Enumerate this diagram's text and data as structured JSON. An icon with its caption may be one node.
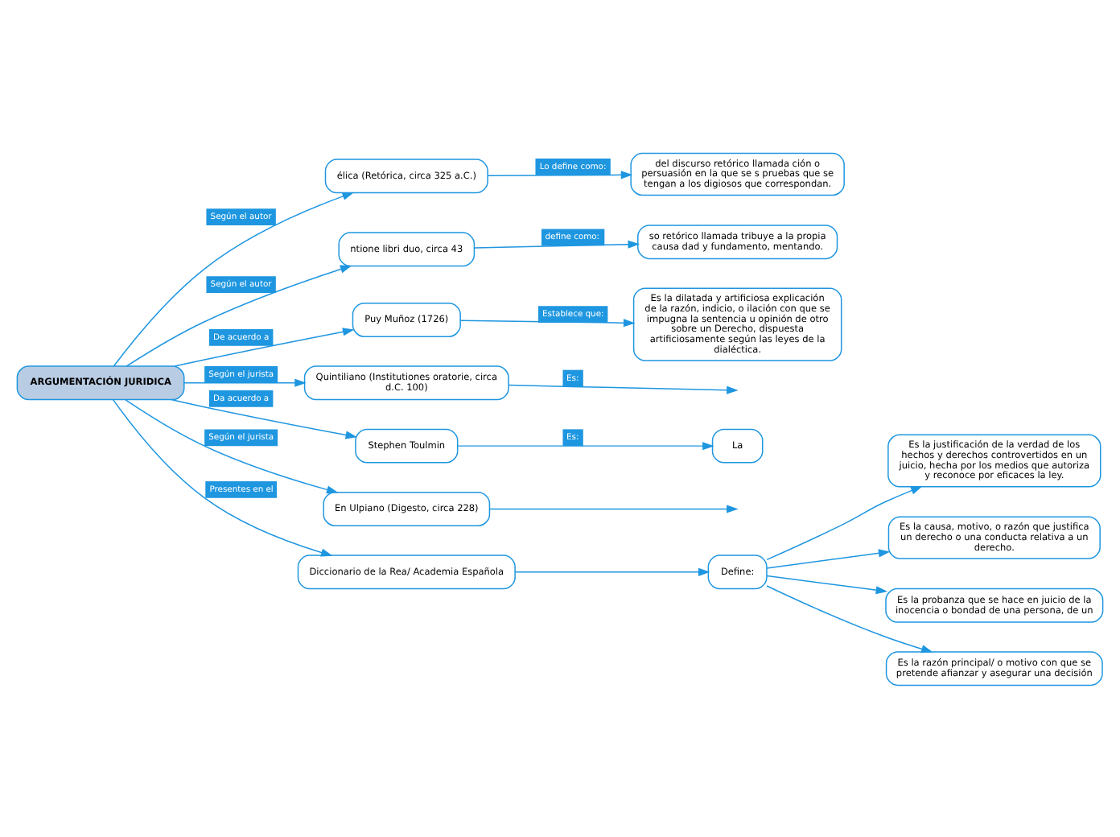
{
  "diagram": {
    "nodes": [
      {
        "text": [
          "ARGUMENTACIÓN JURIDICA"
        ]
      },
      {
        "text": [
          "élica (Retórica, circa 325 a.C.)"
        ]
      },
      {
        "text": [
          "del discurso retórico llamada ción o persuasión en la que se s pruebas que se tengan a los digiosos que correspondan."
        ]
      },
      {
        "text": [
          "ntione libri duo, circa 43"
        ]
      },
      {
        "text": [
          "so retórico llamada tribuye a la propia causa dad y fundamento, mentando."
        ]
      },
      {
        "text": [
          "Puy Muñoz (1726)"
        ]
      },
      {
        "text": [
          "Es la dilatada y artificiosa explicación de la razón, indicio, o ilación con que se impugna la sentencia u opinión de otro sobre un Derecho, dispuesta artificiosamente según las leyes de la dialéctica."
        ]
      },
      {
        "text": [
          "Quintiliano (Institutiones oratorie, circa d.C. 100)"
        ]
      },
      {
        "text": [
          "Stephen Toulmin"
        ]
      },
      {
        "text": [
          "La"
        ]
      },
      {
        "text": [
          "En Ulpiano (Digesto, circa 228)"
        ]
      },
      {
        "text": [
          "Diccionario de la Rea/ Academia Española"
        ]
      },
      {
        "text": [
          "Define:"
        ]
      },
      {
        "text": [
          "Es la justificación de la verdad de los hechos y derechos controvertidos en un juicio, hecha por los medios que autoriza y reconoce por eficaces la ley."
        ]
      },
      {
        "text": [
          "Es la causa, motivo, o razón que justifica un derecho o una conducta relativa a un derecho."
        ]
      },
      {
        "text": [
          "Es la probanza que se hace en juicio de la inocencia o bondad de una persona, de un"
        ]
      },
      {
        "text": [
          "Es la razón principal/ o motivo con que se pretende afianzar y asegurar una decisión"
        ]
      }
    ],
    "edges": [
      {
        "from": 0,
        "to": 1,
        "arrow": "to",
        "label": "Según el autor"
      },
      {
        "from": 1,
        "to": 2,
        "arrow": "to",
        "label": "Lo define como:"
      },
      {
        "from": 0,
        "to": 3,
        "arrow": "to",
        "label": "Según el autor"
      },
      {
        "from": 3,
        "to": 4,
        "arrow": "to",
        "label": "define como:"
      },
      {
        "from": 0,
        "to": 5,
        "arrow": "to",
        "label": "De acuerdo a"
      },
      {
        "from": 5,
        "to": 6,
        "arrow": "to",
        "label": "Establece que:"
      },
      {
        "from": 0,
        "to": 7,
        "arrow": "to",
        "label": "Según el jurista"
      },
      {
        "from": 7,
        "to": null,
        "arrow": "to",
        "label": "Es:"
      },
      {
        "from": 0,
        "to": 8,
        "arrow": "to",
        "label": "Da acuerdo a"
      },
      {
        "from": 8,
        "to": 9,
        "arrow": "to",
        "label": "Es:"
      },
      {
        "from": 0,
        "to": 10,
        "arrow": "to",
        "label": "Según el jurista"
      },
      {
        "from": 10,
        "to": null,
        "arrow": "to"
      },
      {
        "from": 0,
        "to": 11,
        "arrow": "to",
        "label": "Presentes en el"
      },
      {
        "from": 11,
        "to": 12,
        "arrow": "to"
      },
      {
        "from": 12,
        "to": 13,
        "arrow": "to"
      },
      {
        "from": 12,
        "to": 14,
        "arrow": "to"
      },
      {
        "from": 12,
        "to": 15,
        "arrow": "to"
      },
      {
        "from": 12,
        "to": 16,
        "arrow": "to"
      }
    ]
  }
}
